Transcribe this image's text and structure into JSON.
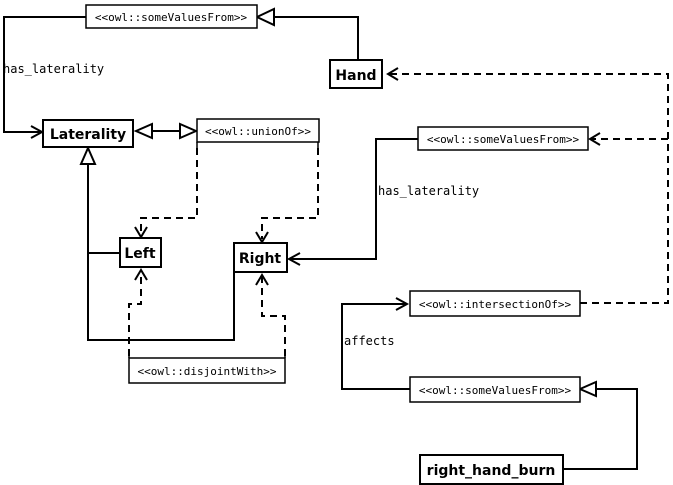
{
  "classes": {
    "laterality": "Laterality",
    "hand": "Hand",
    "left": "Left",
    "right": "Right",
    "right_hand_burn": "right_hand_burn"
  },
  "restrictions": {
    "some_values_top": "<<owl::someValuesFrom>>",
    "union_of": "<<owl::unionOf>>",
    "some_values_mid": "<<owl::someValuesFrom>>",
    "intersection_of": "<<owl::intersectionOf>>",
    "some_values_bottom": "<<owl::someValuesFrom>>",
    "disjoint_with": "<<owl::disjointWith>>"
  },
  "edge_labels": {
    "has_laterality_left": "has_laterality",
    "has_laterality_right": "has_laterality",
    "affects": "affects"
  }
}
